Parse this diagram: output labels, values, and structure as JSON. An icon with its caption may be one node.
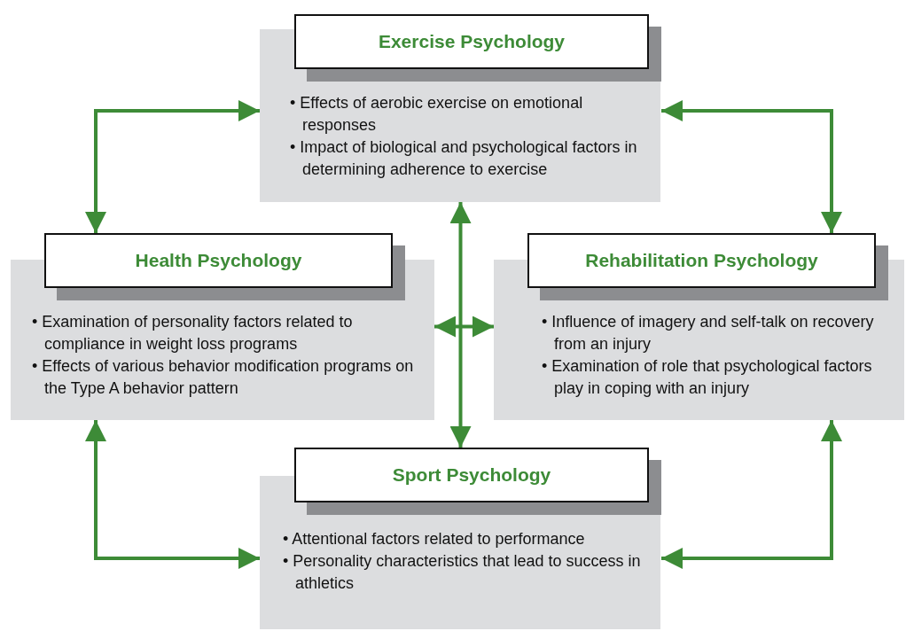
{
  "diagram": {
    "nodes": [
      {
        "text": [
          "Exercise Psychology",
          "• Effects of aerobic exercise on emotional responses",
          "• Impact of biological and psychological factors in determining adherence to exercise"
        ]
      },
      {
        "text": [
          "Health Psychology",
          "• Examination of personality factors related to compliance in weight loss programs",
          "• Effects of various behavior modification programs on the Type A behavior pattern"
        ]
      },
      {
        "text": [
          "Rehabilitation Psychology",
          "• Influence of imagery and self-talk on recovery from an injury",
          "• Examination of role that psychological factors play in coping with an injury"
        ]
      },
      {
        "text": [
          "Sport Psychology",
          "• Attentional factors related to performance",
          "• Personality characteristics that lead to success in athletics"
        ]
      }
    ],
    "edges": [
      {
        "from": 0,
        "to": 1,
        "arrow": "both"
      },
      {
        "from": 0,
        "to": 2,
        "arrow": "both"
      },
      {
        "from": 1,
        "to": 3,
        "arrow": "both"
      },
      {
        "from": 2,
        "to": 3,
        "arrow": "both"
      },
      {
        "from": 0,
        "to": 3,
        "arrow": "both"
      },
      {
        "from": 1,
        "to": 2,
        "arrow": "both"
      }
    ]
  }
}
